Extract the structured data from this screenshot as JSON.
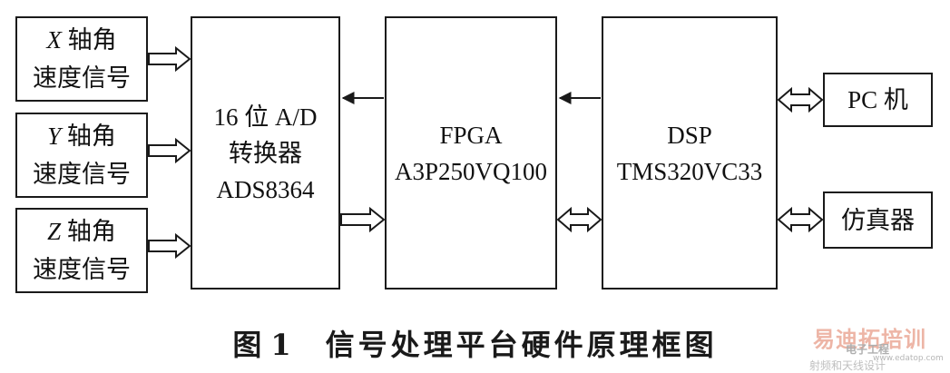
{
  "inputs": [
    {
      "var": "X",
      "line1_rest": "轴角",
      "line2": "速度信号"
    },
    {
      "var": "Y",
      "line1_rest": "轴角",
      "line2": "速度信号"
    },
    {
      "var": "Z",
      "line1_rest": "轴角",
      "line2": "速度信号"
    }
  ],
  "adc": {
    "line1": "16 位 A/D",
    "line2": "转换器",
    "line3": "ADS8364"
  },
  "fpga": {
    "line1": "FPGA",
    "line2": "A3P250VQ100"
  },
  "dsp": {
    "line1": "DSP",
    "line2": "TMS320VC33"
  },
  "pc": {
    "label": "PC 机"
  },
  "emulator": {
    "label": "仿真器"
  },
  "caption": {
    "prefix": "图",
    "number": "1",
    "text": "信号处理平台硬件原理框图"
  },
  "watermark": {
    "line1": "易迪拓培训",
    "line2": "电子工程",
    "line3": "www.edatop.com",
    "line4": "射频和天线设计"
  }
}
